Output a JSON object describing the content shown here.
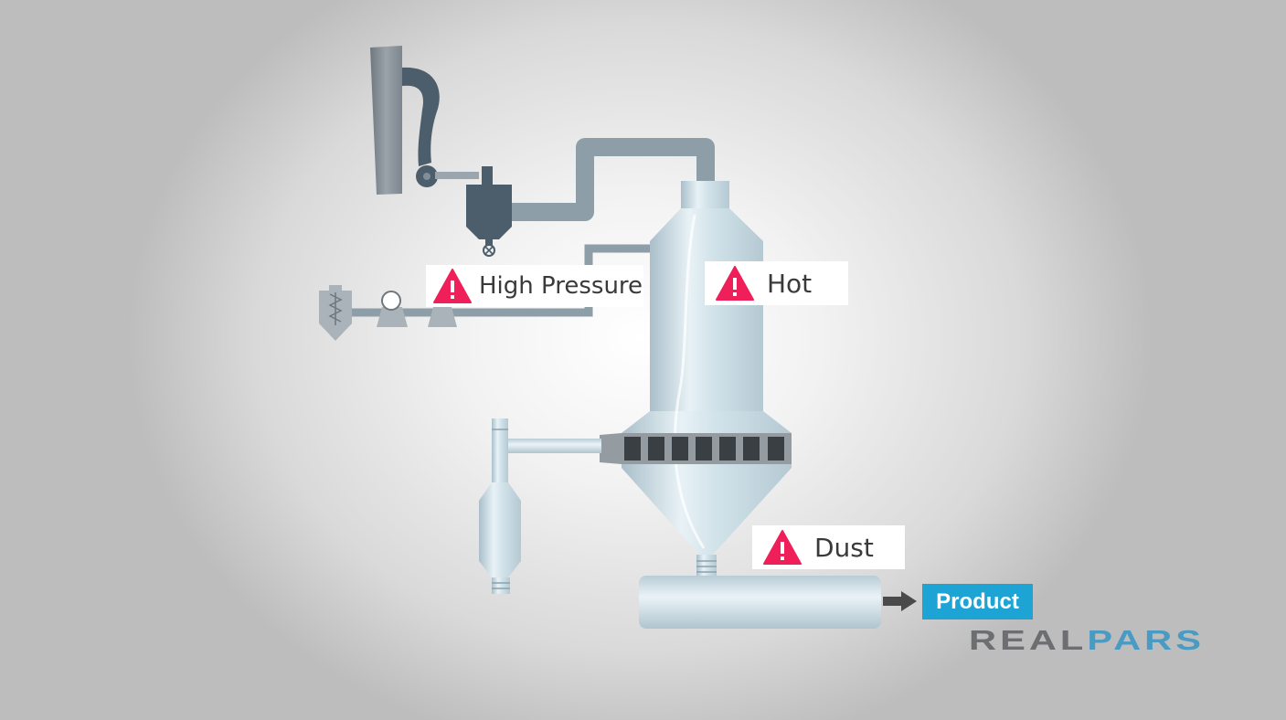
{
  "warnings": {
    "high_pressure": "High Pressure",
    "hot": "Hot",
    "dust": "Dust"
  },
  "product_label": "Product",
  "logo": {
    "part1": "REAL",
    "part2": "PARS",
    "color1": "#6d6e71",
    "color2": "#4a9bc4"
  },
  "colors": {
    "warning": "#ef1f5a",
    "product": "#1ea4d4",
    "duct": "#8e9ea8",
    "dark_equipment": "#4c5d6b",
    "vessel": "#c9dde6"
  },
  "icons": [
    "warning-icon",
    "arrow-right-icon",
    "valve-icon"
  ]
}
